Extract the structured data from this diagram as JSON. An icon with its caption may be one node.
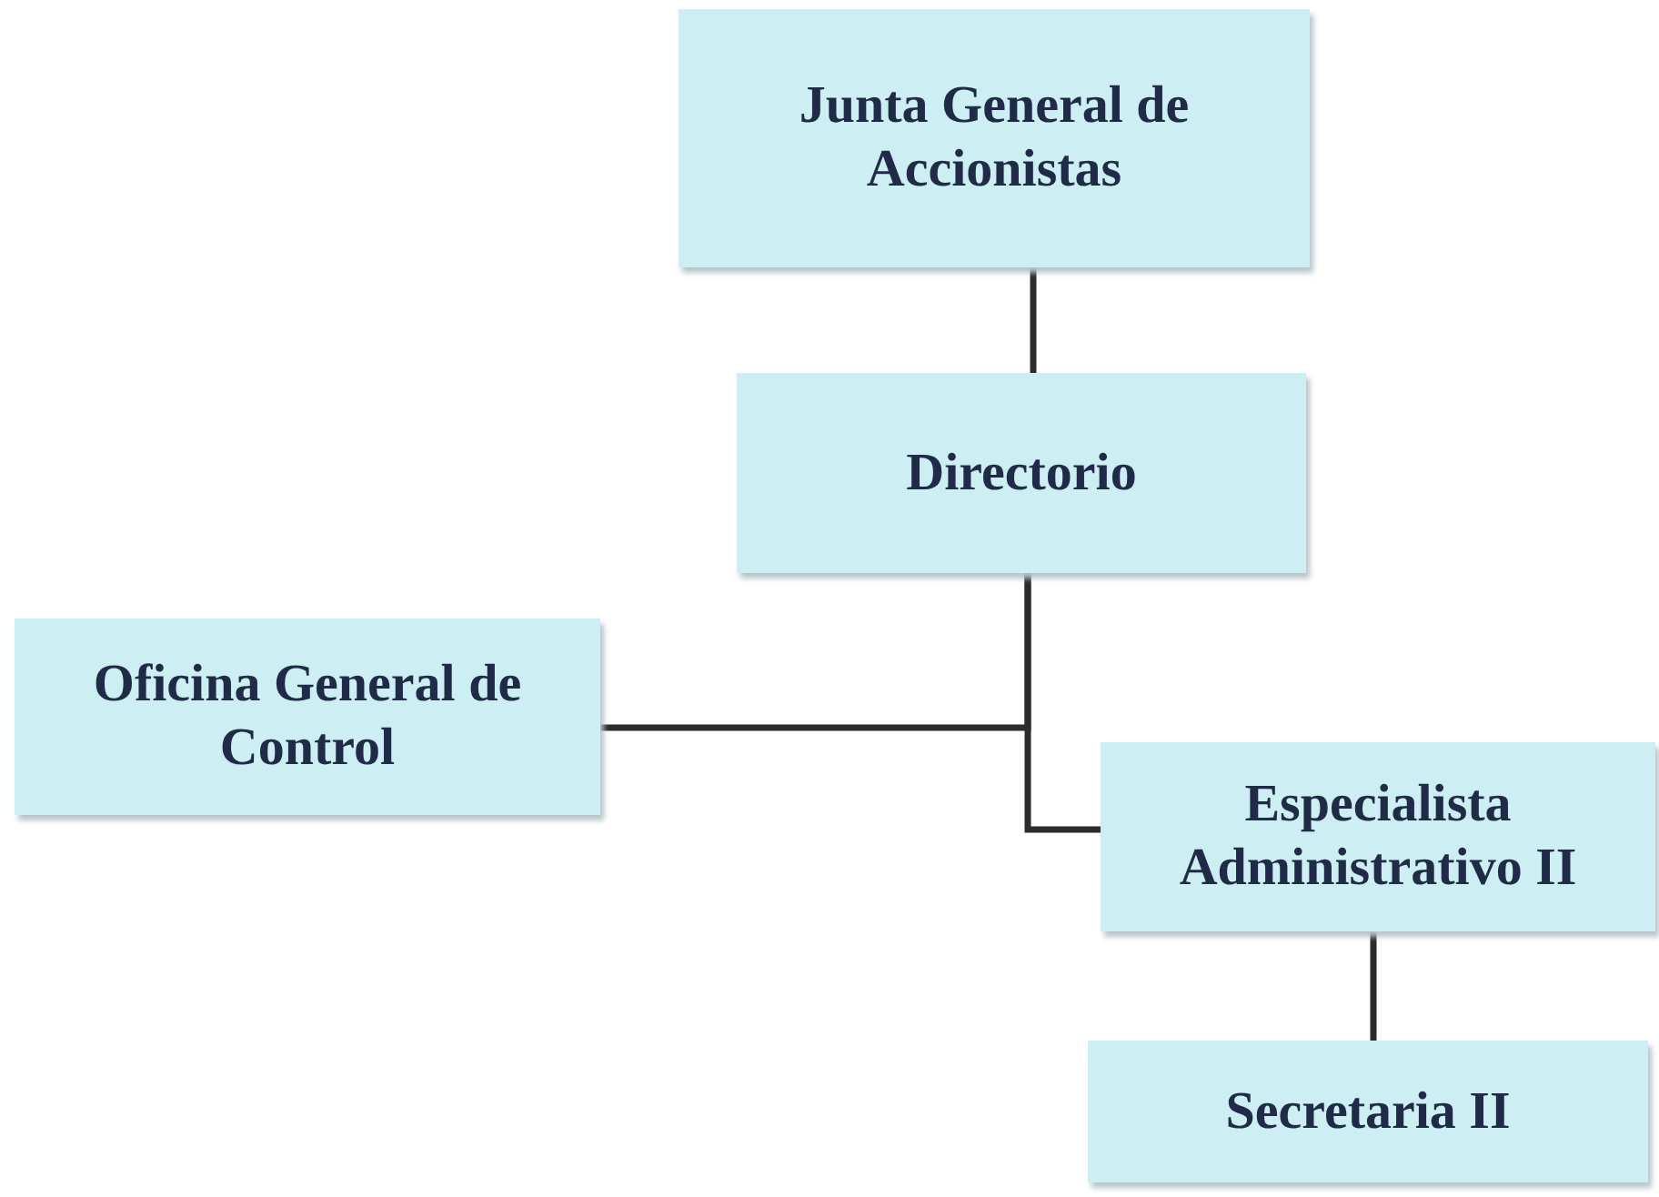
{
  "diagram": {
    "nodes": [
      {
        "text": [
          "Junta General de Accionistas"
        ]
      },
      {
        "text": [
          "Directorio"
        ]
      },
      {
        "text": [
          "Oficina General de Control"
        ]
      },
      {
        "text": [
          "Especialista Administrativo II"
        ]
      },
      {
        "text": [
          "Secretaria II"
        ]
      }
    ],
    "edges": [
      {
        "from": 0,
        "to": 1,
        "arrow": "none"
      },
      {
        "from": 1,
        "to": 2,
        "arrow": "none"
      },
      {
        "from": 1,
        "to": 3,
        "arrow": "none"
      },
      {
        "from": 3,
        "to": 4,
        "arrow": "none"
      }
    ]
  }
}
